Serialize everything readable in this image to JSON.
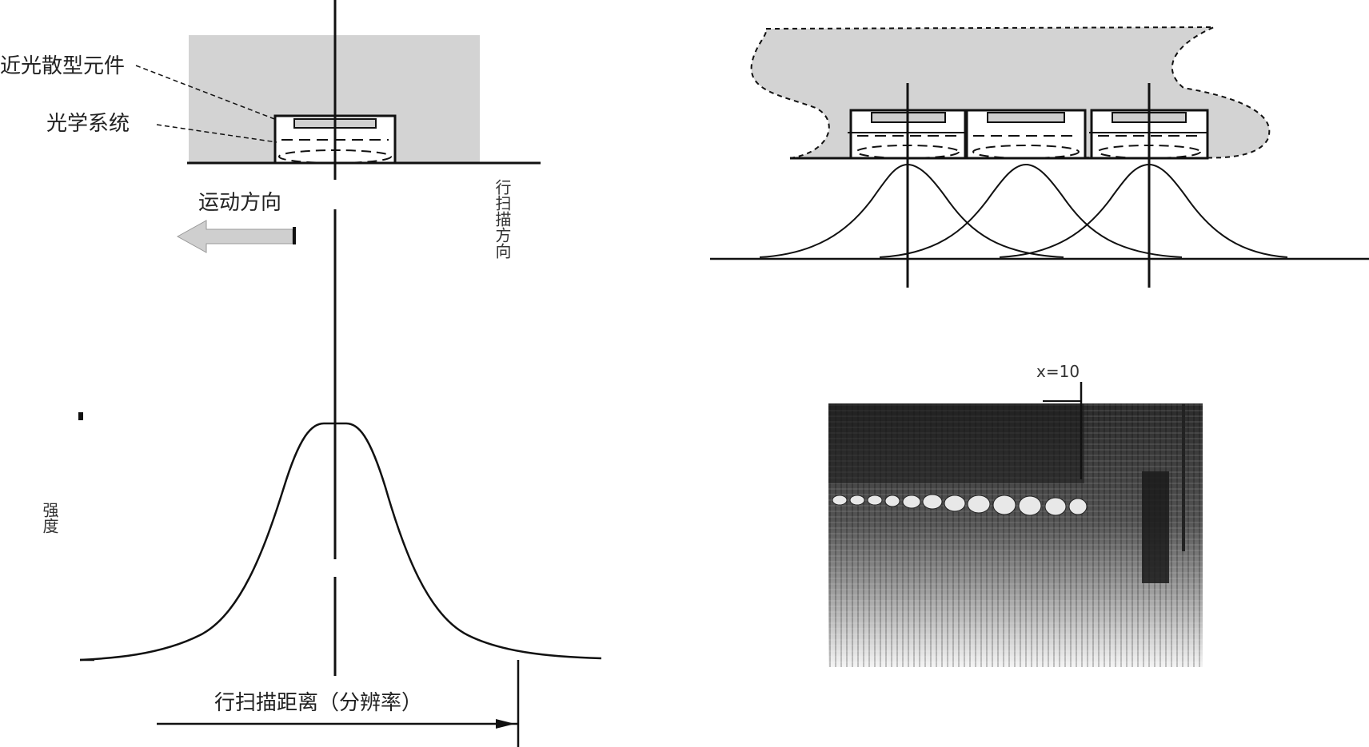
{
  "labels": {
    "sensor_element": "近光散型元件",
    "optical_system": "光学系统",
    "scan_direction": "运动方向",
    "y_axis": "强度",
    "x_axis_marker": "行扫描方向",
    "resolution_label": "行扫描距离（分辨率）",
    "photo_marker": "x=10"
  },
  "colors": {
    "housing_fill": "#d3d3d3",
    "ink": "#111111",
    "arrow_fill": "#cfcfcf"
  }
}
